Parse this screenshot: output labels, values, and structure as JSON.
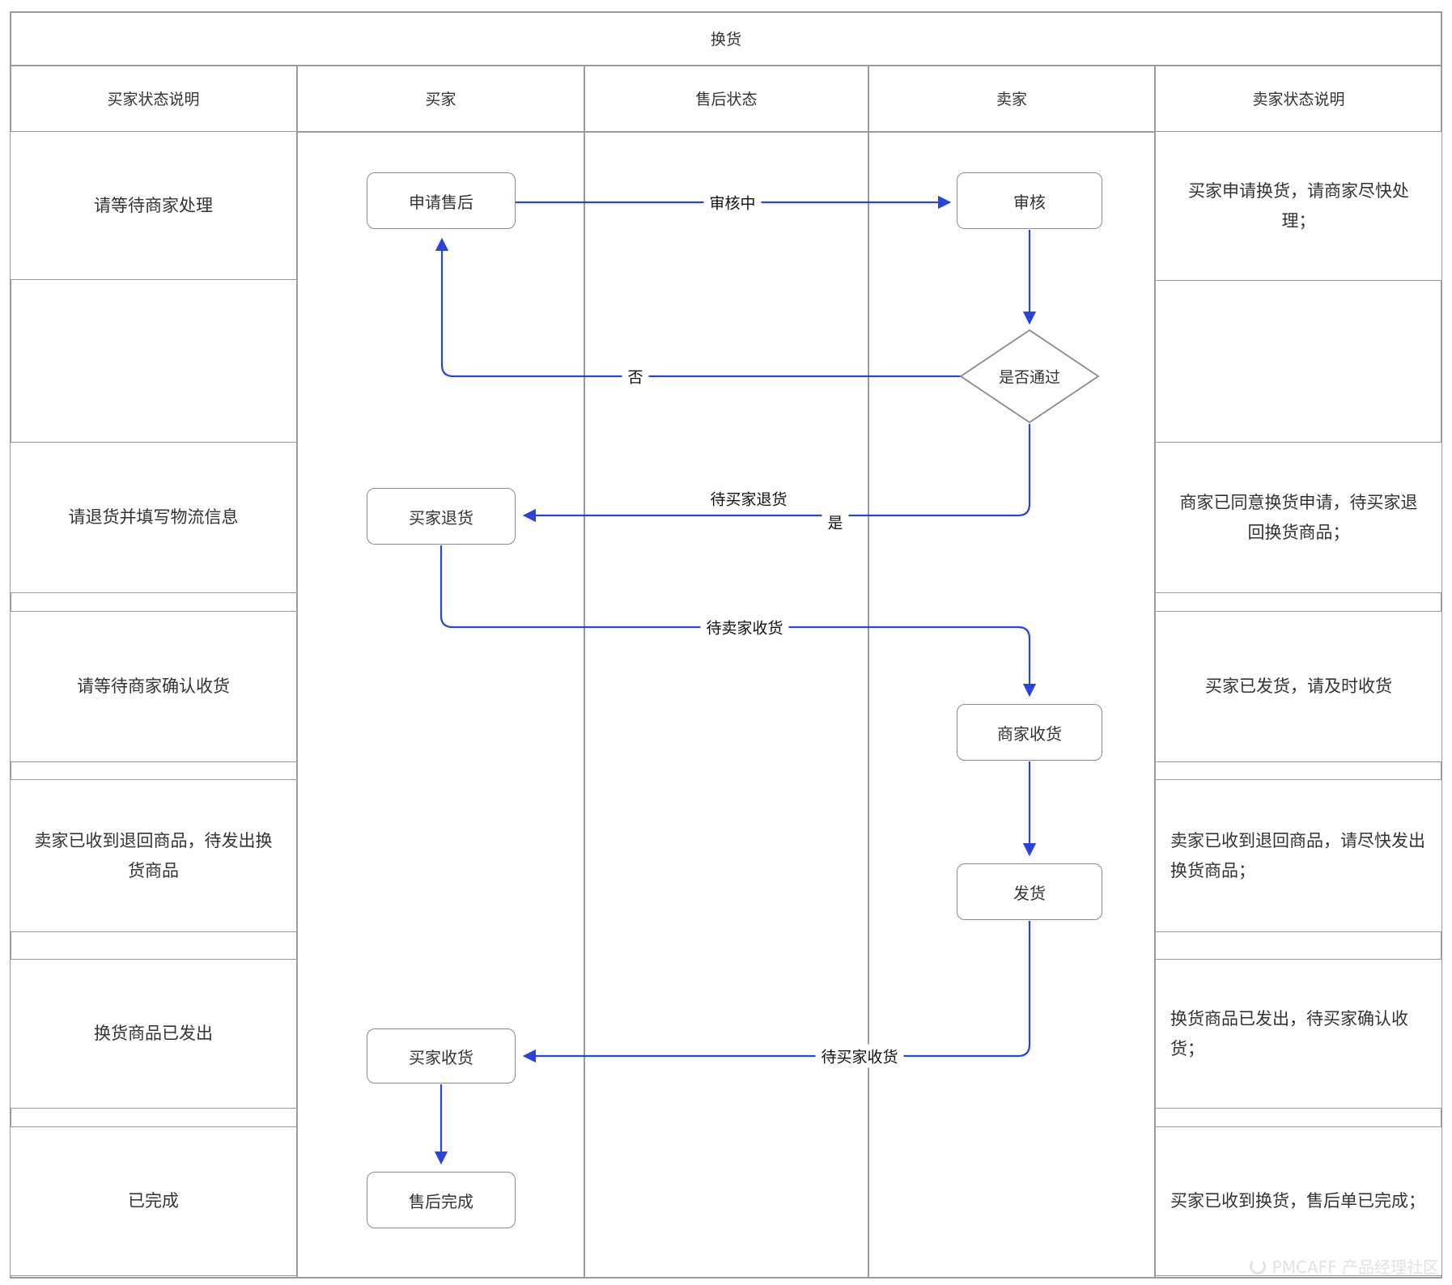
{
  "title": "换货",
  "colors": {
    "accent_blue": "#2944DB",
    "grid": "#9b9b9b",
    "node_border": "#8a8a8a",
    "text": "#333333",
    "watermark": "#e2e2e2"
  },
  "columns": [
    "买家状态说明",
    "买家",
    "售后状态",
    "卖家",
    "卖家状态说明"
  ],
  "buyer_notes": [
    "请等待商家处理",
    "请退货并填写物流信息",
    "请等待商家确认收货",
    "卖家已收到退回商品，待发出换货商品",
    "换货商品已发出",
    "已完成"
  ],
  "seller_notes": [
    "买家申请换货，请商家尽快处理；",
    "商家已同意换货申请，待买家退回换货商品；",
    "买家已发货，请及时收货",
    "卖家已收到退回商品，请尽快发出换货商品；",
    "换货商品已发出，待买家确认收货；",
    "买家已收到换货，售后单已完成；"
  ],
  "nodes": {
    "apply": "申请售后",
    "review": "审核",
    "decision": "是否通过",
    "buyer_return": "买家退货",
    "seller_receive": "商家收货",
    "ship": "发货",
    "buyer_receive": "买家收货",
    "complete": "售后完成"
  },
  "edge_labels": {
    "reviewing": "审核中",
    "no": "否",
    "yes": "是",
    "wait_buyer_return": "待买家退货",
    "wait_seller_receive": "待卖家收货",
    "wait_buyer_receive": "待买家收货"
  },
  "watermark": {
    "text": "PMCAFF 产品经理社区"
  }
}
